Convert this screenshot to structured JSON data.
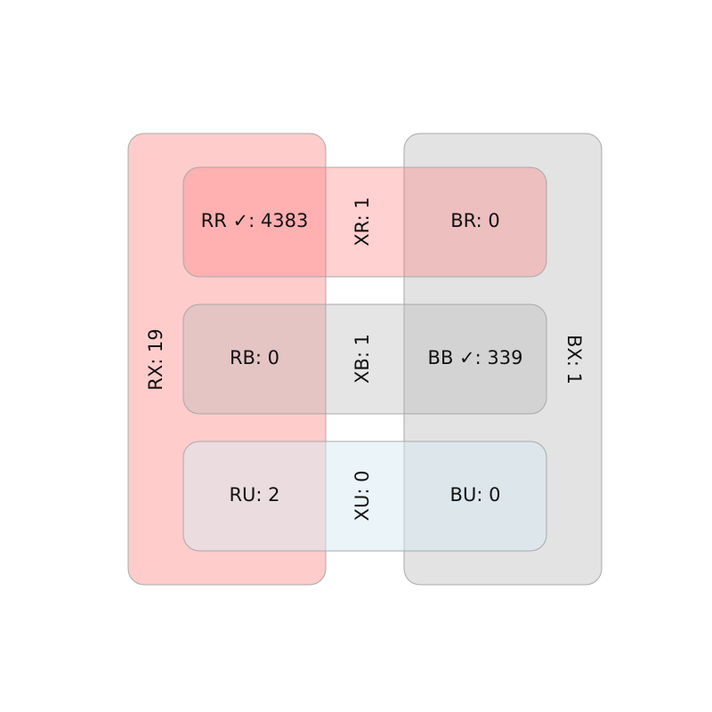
{
  "colors": {
    "red_panel": "#ff9a9a",
    "gray_panel": "#c8c8c8",
    "row_red": "#ff7a7a",
    "row_gray": "#b4b4b4",
    "row_blue": "#d8ecf4",
    "border": "#a8a8a8",
    "text": "#111111"
  },
  "panels": {
    "red_label": "RX: 19",
    "gray_label": "BX: 1"
  },
  "rows": [
    {
      "left": "RR ✓: 4383",
      "middle": "XR: 1",
      "right": "BR: 0"
    },
    {
      "left": "RB: 0",
      "middle": "XB: 1",
      "right": "BB ✓: 339"
    },
    {
      "left": "RU: 2",
      "middle": "XU: 0",
      "right": "BU: 0"
    }
  ]
}
